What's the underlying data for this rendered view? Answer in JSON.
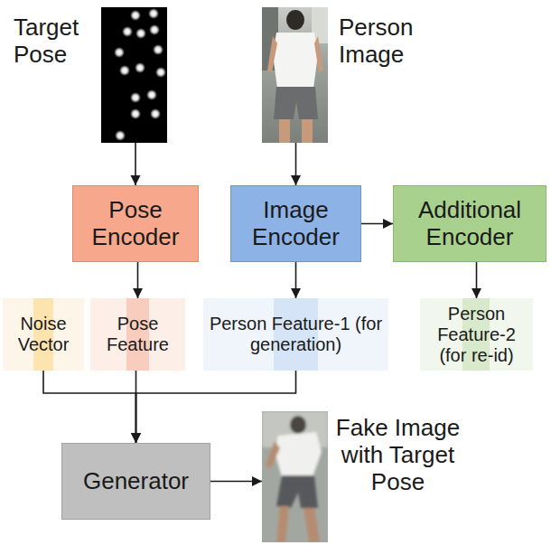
{
  "diagram": {
    "nodes": [
      {
        "text": [
          "Target Pose"
        ]
      },
      {
        "text": [
          "Person Image"
        ]
      },
      {
        "text": [
          "Pose Encoder"
        ]
      },
      {
        "text": [
          "Image Encoder"
        ]
      },
      {
        "text": [
          "Additional Encoder"
        ]
      },
      {
        "text": [
          "Noise Vector"
        ]
      },
      {
        "text": [
          "Pose Feature"
        ]
      },
      {
        "text": [
          "Person Feature-1 (for generation)"
        ]
      },
      {
        "text": [
          "Person Feature-2 (for re-id)"
        ]
      },
      {
        "text": [
          "Generator"
        ]
      },
      {
        "text": [
          "Fake Image with Target Pose"
        ]
      }
    ],
    "edges": [
      {
        "from": 0,
        "to": 2,
        "arrow": "to"
      },
      {
        "from": 1,
        "to": 3,
        "arrow": "to"
      },
      {
        "from": 3,
        "to": 4,
        "arrow": "to"
      },
      {
        "from": 2,
        "to": 6,
        "arrow": "to"
      },
      {
        "from": 3,
        "to": 7,
        "arrow": "to"
      },
      {
        "from": 4,
        "to": 8,
        "arrow": "to"
      },
      {
        "from": 5,
        "to": 9,
        "arrow": "to"
      },
      {
        "from": 6,
        "to": 9,
        "arrow": "to"
      },
      {
        "from": 7,
        "to": 9,
        "arrow": "to"
      },
      {
        "from": 9,
        "to": 10,
        "arrow": "to"
      }
    ]
  }
}
